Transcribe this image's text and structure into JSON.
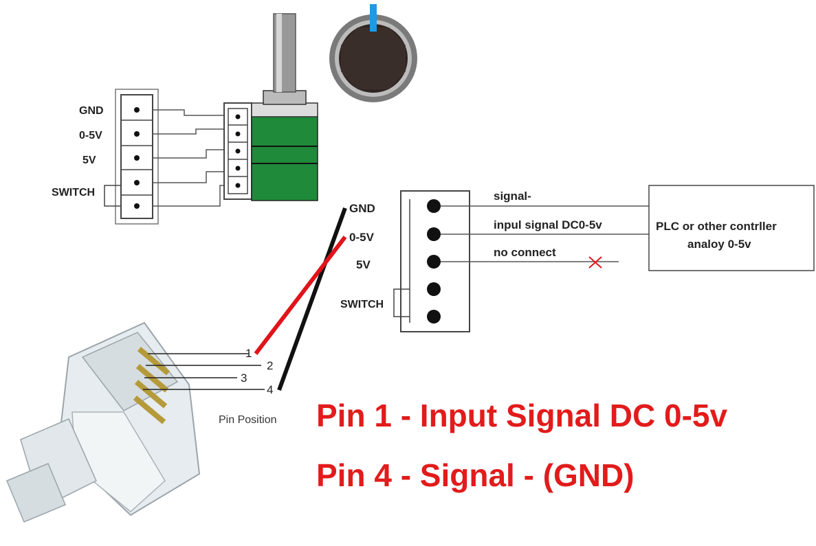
{
  "pot_labels": {
    "gnd": "GND",
    "v05": "0-5V",
    "v5": "5V",
    "switch": "SWITCH"
  },
  "module_labels": {
    "gnd": "GND",
    "v05": "0-5V",
    "v5": "5V",
    "switch": "SWITCH"
  },
  "connections": {
    "signal_minus": "signal-",
    "input_signal": "inpul signal DC0-5v",
    "no_connect": "no connect"
  },
  "controller": {
    "line1": "PLC or other contrller",
    "line2": "analoy 0-5v"
  },
  "rj_pins": [
    "1",
    "2",
    "3",
    "4"
  ],
  "pin_position_label": "Pin Position",
  "callouts": {
    "line1": "Pin 1 - Input Signal DC 0-5v",
    "line2": "Pin 4 - Signal - (GND)"
  },
  "colors": {
    "callout": "#e21b1b",
    "wire_signal": "#e0141a",
    "wire_gnd": "#111111",
    "pot_body": "#1e8a3a",
    "knob_marker": "#1e9ae0"
  }
}
